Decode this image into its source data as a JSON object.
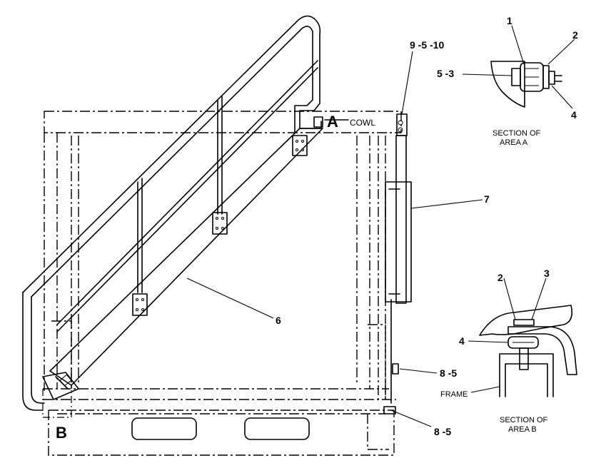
{
  "labels": {
    "cowl": "COWL",
    "area_a": "A",
    "area_b": "B",
    "callout_9_5_10": "9 -5 -10",
    "callout_7": "7",
    "callout_6": "6",
    "callout_8_5_upper": "8 -5",
    "callout_8_5_lower": "8 -5",
    "frame": "FRAME"
  },
  "section_a": {
    "caption_line1": "SECTION OF",
    "caption_line2": "AREA A",
    "callouts": [
      "1",
      "2",
      "5 -3",
      "4"
    ]
  },
  "section_b": {
    "caption_line1": "SECTION OF",
    "caption_line2": "AREA B",
    "callouts": [
      "2",
      "3",
      "4"
    ]
  }
}
